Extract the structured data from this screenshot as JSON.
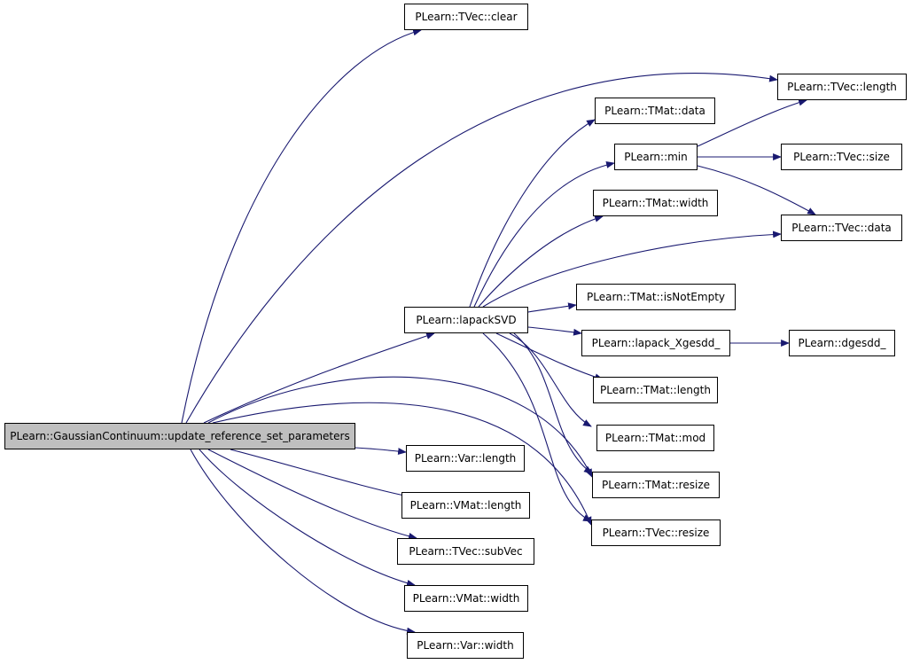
{
  "graph": {
    "root": "PLearn::GaussianContinuum::update_reference_set_parameters",
    "nodes": {
      "root": "PLearn::GaussianContinuum::update_reference_set_parameters",
      "lapackSVD": "PLearn::lapackSVD",
      "tvec_clear": "PLearn::TVec::clear",
      "tvec_length": "PLearn::TVec::length",
      "tmat_data": "PLearn::TMat::data",
      "min": "PLearn::min",
      "tvec_size": "PLearn::TVec::size",
      "tmat_width": "PLearn::TMat::width",
      "tvec_data": "PLearn::TVec::data",
      "tmat_isNotEmpty": "PLearn::TMat::isNotEmpty",
      "lapack_Xgesdd": "PLearn::lapack_Xgesdd_",
      "dgesdd": "PLearn::dgesdd_",
      "tmat_length": "PLearn::TMat::length",
      "tmat_mod": "PLearn::TMat::mod",
      "tmat_resize": "PLearn::TMat::resize",
      "tvec_resize": "PLearn::TVec::resize",
      "var_length": "PLearn::Var::length",
      "vmat_length": "PLearn::VMat::length",
      "tvec_subVec": "PLearn::TVec::subVec",
      "vmat_width": "PLearn::VMat::width",
      "var_width": "PLearn::Var::width"
    },
    "edges": [
      [
        "root",
        "tvec_clear"
      ],
      [
        "root",
        "tvec_length"
      ],
      [
        "root",
        "lapackSVD"
      ],
      [
        "root",
        "tmat_resize"
      ],
      [
        "root",
        "tvec_resize"
      ],
      [
        "root",
        "var_length"
      ],
      [
        "root",
        "vmat_length"
      ],
      [
        "root",
        "tvec_subVec"
      ],
      [
        "root",
        "vmat_width"
      ],
      [
        "root",
        "var_width"
      ],
      [
        "lapackSVD",
        "tmat_data"
      ],
      [
        "lapackSVD",
        "min"
      ],
      [
        "lapackSVD",
        "tmat_width"
      ],
      [
        "lapackSVD",
        "tvec_data"
      ],
      [
        "lapackSVD",
        "tmat_isNotEmpty"
      ],
      [
        "lapackSVD",
        "lapack_Xgesdd"
      ],
      [
        "lapackSVD",
        "tmat_length"
      ],
      [
        "lapackSVD",
        "tmat_mod"
      ],
      [
        "lapackSVD",
        "tmat_resize"
      ],
      [
        "lapackSVD",
        "tvec_resize"
      ],
      [
        "min",
        "tvec_length"
      ],
      [
        "min",
        "tvec_size"
      ],
      [
        "min",
        "tvec_data"
      ],
      [
        "lapack_Xgesdd",
        "dgesdd"
      ]
    ],
    "colors": {
      "edge": "#191970",
      "border": "#000000",
      "root_fill": "#bfbfbf",
      "node_fill": "#ffffff"
    }
  }
}
